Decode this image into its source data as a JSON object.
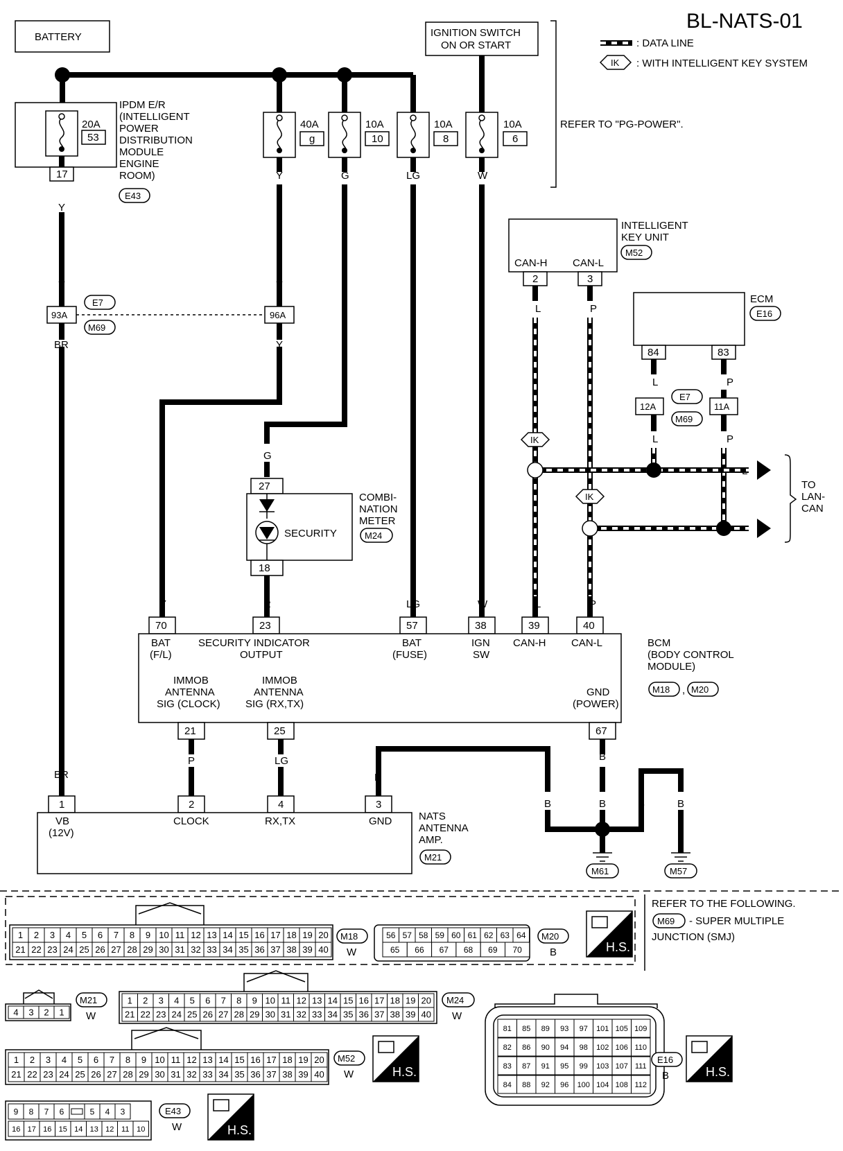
{
  "title": "BL-NATS-01",
  "legend": {
    "data_line": ": DATA LINE",
    "ik_badge": "IK",
    "ik_text": ": WITH INTELLIGENT KEY SYSTEM"
  },
  "battery": "BATTERY",
  "ignition": [
    "IGNITION SWITCH",
    "ON OR START"
  ],
  "refer_pg": "REFER TO \"PG-POWER\".",
  "ipdm": {
    "lines": [
      "IPDM E/R",
      "(INTELLIGENT",
      "POWER",
      "DISTRIBUTION",
      "MODULE",
      "ENGINE",
      "ROOM)"
    ],
    "connector": "E43",
    "fuse_amp": "20A",
    "fuse_no": "53",
    "pin": "17"
  },
  "fuses": [
    {
      "amp": "40A",
      "no": "g",
      "wire": "Y"
    },
    {
      "amp": "10A",
      "no": "10",
      "wire": "G"
    },
    {
      "amp": "10A",
      "no": "8",
      "wire": "LG"
    },
    {
      "amp": "10A",
      "no": "6",
      "wire": "W"
    }
  ],
  "ikey": {
    "lines": [
      "INTELLIGENT",
      "KEY UNIT"
    ],
    "connector": "M52",
    "pin_h": "2",
    "pin_l": "3",
    "lab_h": "CAN-H",
    "lab_l": "CAN-L"
  },
  "ecm": {
    "label": "ECM",
    "connector": "E16",
    "pin_a": "84",
    "pin_b": "83"
  },
  "joint1": {
    "pin_a": "93A",
    "pin_b": "96A",
    "conn_a": "E7",
    "conn_b": "M69"
  },
  "joint2": {
    "pin_a": "12A",
    "pin_b": "11A",
    "conn_a": "E7",
    "conn_b": "M69"
  },
  "to_lan": [
    "TO",
    "LAN-",
    "CAN"
  ],
  "combi": {
    "lines": [
      "COMBI-",
      "NATION",
      "METER"
    ],
    "connector": "M24",
    "pin_in": "27",
    "pin_out": "18",
    "lamp": "SECURITY"
  },
  "bcm": {
    "lines": [
      "BCM",
      "(BODY CONTROL",
      "MODULE)"
    ],
    "connectors": [
      "M18",
      "M20"
    ],
    "pins_top": [
      "70",
      "23",
      "57",
      "38",
      "39",
      "40"
    ],
    "labels_top": [
      [
        "BAT",
        "(F/L)"
      ],
      [
        "SECURITY INDICATOR",
        "OUTPUT"
      ],
      [
        "BAT",
        "(FUSE)"
      ],
      [
        "IGN",
        "SW"
      ],
      [
        "CAN-H"
      ],
      [
        "CAN-L"
      ]
    ],
    "pins_bottom": [
      "21",
      "25",
      "67"
    ],
    "labels_bottom": [
      [
        "IMMOB",
        "ANTENNA",
        "SIG (CLOCK)"
      ],
      [
        "IMMOB",
        "ANTENNA",
        "SIG (RX,TX)"
      ],
      [
        "GND",
        "(POWER)"
      ]
    ]
  },
  "nats": {
    "lines": [
      "NATS",
      "ANTENNA",
      "AMP."
    ],
    "connector": "M21",
    "pins": [
      "1",
      "2",
      "4",
      "3"
    ],
    "labels": [
      [
        "VB",
        "(12V)"
      ],
      [
        "CLOCK"
      ],
      [
        "RX,TX"
      ],
      [
        "GND"
      ]
    ]
  },
  "wires": {
    "Y": "Y",
    "BR": "BR",
    "G": "G",
    "R": "R",
    "LG": "LG",
    "W": "W",
    "L": "L",
    "P": "P",
    "B": "B"
  },
  "grounds": [
    "M61",
    "M57"
  ],
  "refer_following": [
    "REFER TO THE FOLLOWING.",
    "- SUPER MULTIPLE",
    "JUNCTION (SMJ)"
  ],
  "refer_conn": "M69",
  "hs": "H.S.",
  "conn_m18": {
    "id": "M18",
    "color": "W",
    "row1": [
      "1",
      "2",
      "3",
      "4",
      "5",
      "6",
      "7",
      "8",
      "9",
      "10",
      "11",
      "12",
      "13",
      "14",
      "15",
      "16",
      "17",
      "18",
      "19",
      "20"
    ],
    "row2": [
      "21",
      "22",
      "23",
      "24",
      "25",
      "26",
      "27",
      "28",
      "29",
      "30",
      "31",
      "32",
      "33",
      "34",
      "35",
      "36",
      "37",
      "38",
      "39",
      "40"
    ]
  },
  "conn_m20": {
    "id": "M20",
    "color": "B",
    "row1": [
      "56",
      "57",
      "58",
      "59",
      "60",
      "61",
      "62",
      "63",
      "64"
    ],
    "row2": [
      "65",
      "66",
      "67",
      "68",
      "69",
      "70"
    ]
  },
  "conn_m21": {
    "id": "M21",
    "color": "W",
    "row1": [
      "4",
      "3",
      "2",
      "1"
    ]
  },
  "conn_m24": {
    "id": "M24",
    "color": "W",
    "row1": [
      "1",
      "2",
      "3",
      "4",
      "5",
      "6",
      "7",
      "8",
      "9",
      "10",
      "11",
      "12",
      "13",
      "14",
      "15",
      "16",
      "17",
      "18",
      "19",
      "20"
    ],
    "row2": [
      "21",
      "22",
      "23",
      "24",
      "25",
      "26",
      "27",
      "28",
      "29",
      "30",
      "31",
      "32",
      "33",
      "34",
      "35",
      "36",
      "37",
      "38",
      "39",
      "40"
    ]
  },
  "conn_m52": {
    "id": "M52",
    "color": "W",
    "row1": [
      "1",
      "2",
      "3",
      "4",
      "5",
      "6",
      "7",
      "8",
      "9",
      "10",
      "11",
      "12",
      "13",
      "14",
      "15",
      "16",
      "17",
      "18",
      "19",
      "20"
    ],
    "row2": [
      "21",
      "22",
      "23",
      "24",
      "25",
      "26",
      "27",
      "28",
      "29",
      "30",
      "31",
      "32",
      "33",
      "34",
      "35",
      "36",
      "37",
      "38",
      "39",
      "40"
    ]
  },
  "conn_e16": {
    "id": "E16",
    "color": "B",
    "rows": [
      [
        "81",
        "85",
        "89",
        "93",
        "97",
        "101",
        "105",
        "109"
      ],
      [
        "82",
        "86",
        "90",
        "94",
        "98",
        "102",
        "106",
        "110"
      ],
      [
        "83",
        "87",
        "91",
        "95",
        "99",
        "103",
        "107",
        "111"
      ],
      [
        "84",
        "88",
        "92",
        "96",
        "100",
        "104",
        "108",
        "112"
      ]
    ]
  },
  "conn_e43": {
    "id": "E43",
    "color": "W",
    "row1": [
      "9",
      "8",
      "7",
      "6",
      "",
      "5",
      "4",
      "3"
    ],
    "row2": [
      "16",
      "17",
      "16",
      "15",
      "14",
      "13",
      "12",
      "11",
      "10"
    ]
  }
}
